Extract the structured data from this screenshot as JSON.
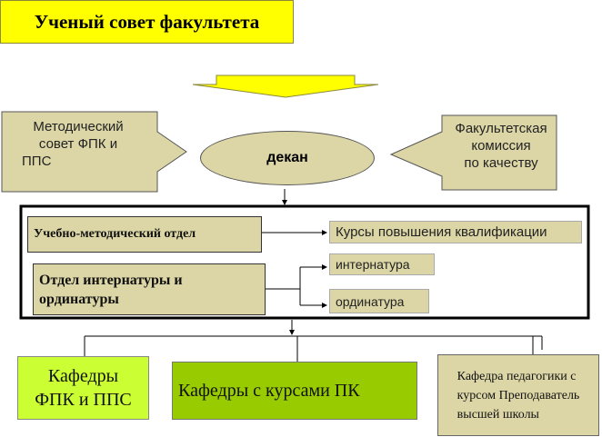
{
  "top": {
    "title": "Ученый совет факультета"
  },
  "left_box": {
    "lines": [
      "Методический",
      "совет ФПК и",
      "ППС"
    ]
  },
  "right_box": {
    "lines": [
      "Факультетская",
      "комиссия",
      "по качеству"
    ]
  },
  "center": {
    "label": "декан"
  },
  "departments": {
    "umo": {
      "label": "Учебно-методический отдел",
      "target": "Курсы повышения квалификации"
    },
    "internship": {
      "lines": [
        "Отдел интернатуры и",
        "ординатуры"
      ],
      "targets": [
        "интернатура",
        "ординатура"
      ]
    }
  },
  "bottom": {
    "fpk": {
      "lines": [
        "Кафедры",
        "ФПК и ППС"
      ]
    },
    "pk": {
      "label": "Кафедры с курсами ПК"
    },
    "ped": {
      "lines": [
        "Кафедра педагогики с",
        "курсом Преподаватель",
        "высшей школы"
      ]
    }
  },
  "colors": {
    "title_bg": "#ffff00",
    "khaki": "#dcd6a6",
    "green_bright": "#ccff33",
    "green_dark": "#99cc00"
  }
}
